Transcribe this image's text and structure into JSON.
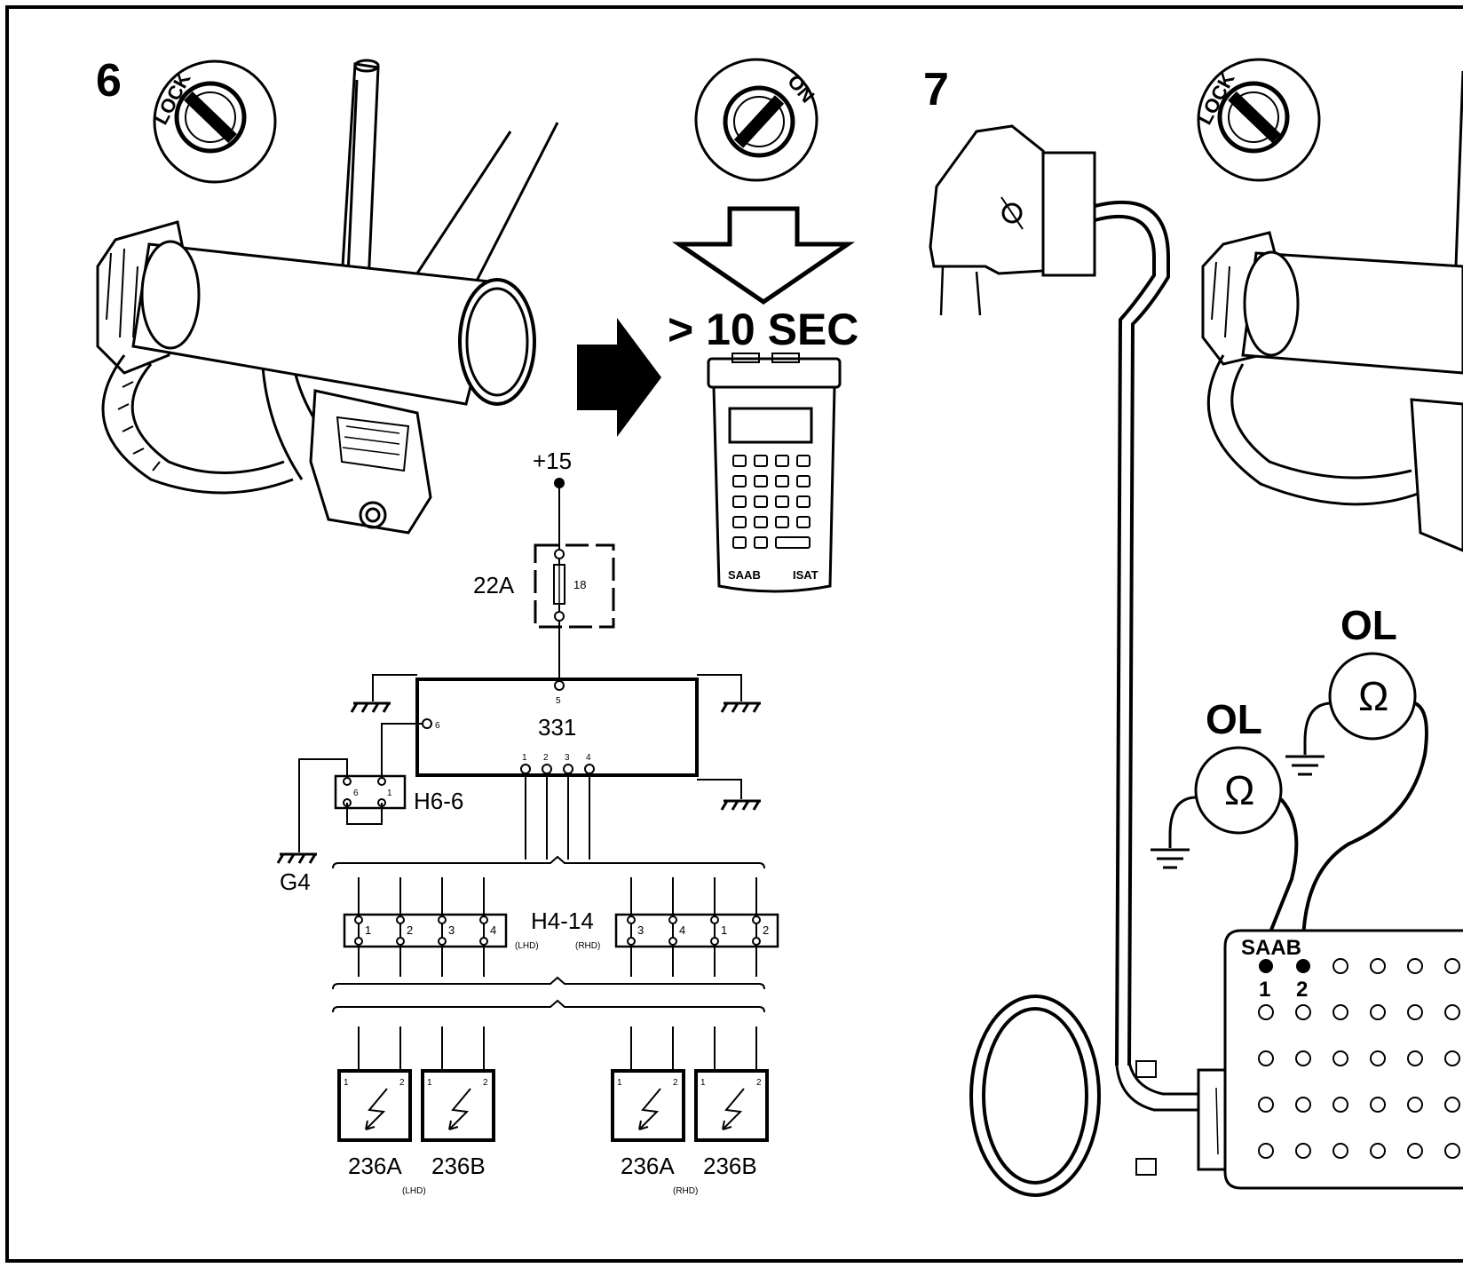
{
  "steps": {
    "step6": "6",
    "step7": "7"
  },
  "ignition": {
    "lock_left": "LOCK",
    "on": "ON",
    "lock_right": "LOCK"
  },
  "timer_label": "> 10 SEC",
  "tester": {
    "brand": "SAAB",
    "model": "ISAT"
  },
  "schematic": {
    "supply": "+15",
    "fuse_box": "22A",
    "fuse_number": "18",
    "module": "331",
    "module_pins": [
      "5",
      "6",
      "1",
      "2",
      "3",
      "4"
    ],
    "connector_h66": "H6-6",
    "connector_h66_pins": [
      "6",
      "1"
    ],
    "ground": "G4",
    "connector_h414": "H4-14",
    "lhd_pins": [
      "1",
      "2",
      "3",
      "4"
    ],
    "rhd_pins": [
      "3",
      "4",
      "1",
      "2"
    ],
    "lhd_tag": "(LHD)",
    "rhd_tag": "(RHD)",
    "sensor_pin_a": "1",
    "sensor_pin_b": "2",
    "sensor_a": "236A",
    "sensor_b": "236B"
  },
  "meters": {
    "reading_left": "OL",
    "reading_right": "OL",
    "ohm_symbol": "Ω"
  },
  "breakout_box": {
    "brand": "SAAB",
    "pin1": "1",
    "pin2": "2"
  },
  "colors": {
    "ink": "#000000",
    "paper": "#ffffff"
  }
}
